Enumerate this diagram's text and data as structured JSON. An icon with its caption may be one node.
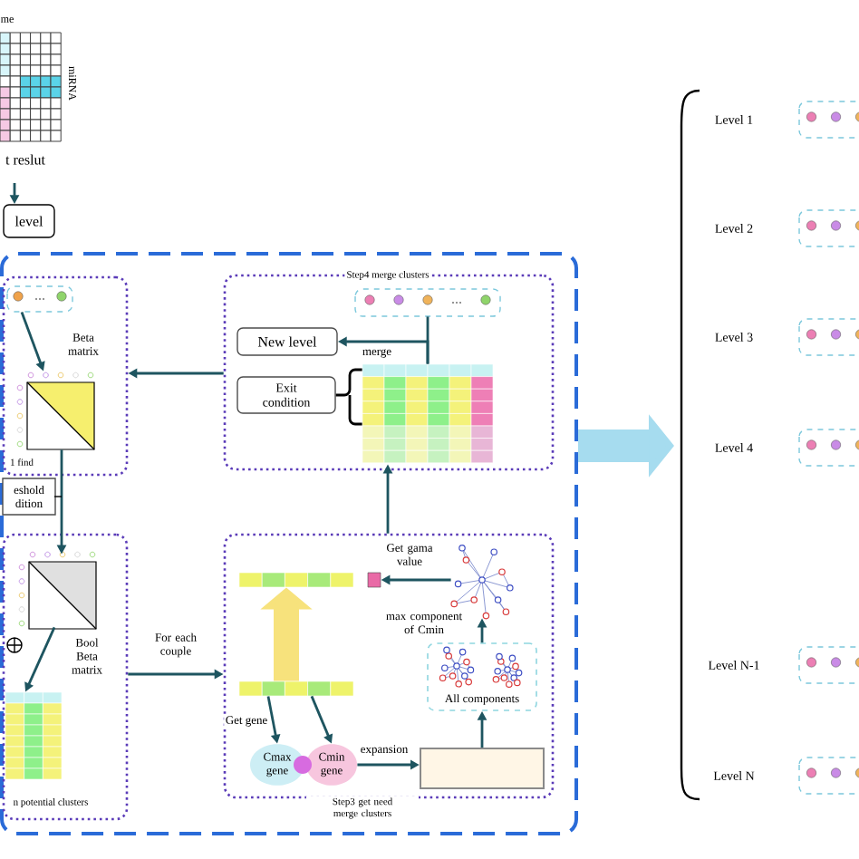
{
  "diagram": {
    "nodes": [
      {
        "text": [
          "level"
        ]
      },
      {
        "text": [],
        "shape": "box"
      },
      {
        "text": [
          "1 find"
        ],
        "in": 1
      },
      {
        "text": [],
        "shape": "picture",
        "in": 2
      },
      {
        "text": [],
        "shape": "picture",
        "in": 2,
        "beside": [
          "Beta matrix"
        ]
      },
      {
        "text": [
          "eshold dition"
        ],
        "in": 1
      },
      {
        "text": [
          "n potential clusters"
        ],
        "in": 1
      },
      {
        "text": [],
        "shape": "picture",
        "in": 6,
        "beside": [
          "Bool Beta matrix"
        ]
      },
      {
        "text": [],
        "shape": "picture",
        "in": 6
      },
      {
        "text": [
          "Step4 merge clusters"
        ],
        "in": 1
      },
      {
        "text": [],
        "shape": "picture",
        "in": 9
      },
      {
        "text": [
          "New level"
        ],
        "in": 9
      },
      {
        "text": [
          "Exit condition"
        ],
        "in": 9
      },
      {
        "text": [],
        "shape": "picture",
        "in": 9
      },
      {
        "text": [
          "Step3 get need merge clusters"
        ],
        "in": 1
      },
      {
        "text": [],
        "shape": "bar",
        "in": 14
      },
      {
        "text": [],
        "shape": "bar",
        "in": 14
      },
      {
        "text": [
          "Cmax gene"
        ],
        "in": 14
      },
      {
        "text": [
          "Cmin gene"
        ],
        "in": 14
      },
      {
        "text": [],
        "shape": "box",
        "in": 14
      },
      {
        "text": [
          "All components"
        ],
        "in": 14
      },
      {
        "text": [],
        "shape": "picture",
        "in": 14
      }
    ],
    "edges": [
      {
        "from": null,
        "to": 0,
        "arrow": "to"
      },
      {
        "from": 3,
        "to": 4,
        "arrow": "to"
      },
      {
        "from": 4,
        "to": 7,
        "arrow": "to"
      },
      {
        "from": 7,
        "to": 8,
        "arrow": "to"
      },
      {
        "from": 9,
        "to": 2,
        "arrow": "to"
      },
      {
        "from": 6,
        "to": 14,
        "arrow": "to",
        "label": "For each couple"
      },
      {
        "from": 14,
        "to": 13,
        "arrow": "to"
      },
      {
        "from": 10,
        "to": 13,
        "arrow": "none"
      },
      {
        "from": 13,
        "to": 11,
        "arrow": "to",
        "label": "merge"
      },
      {
        "from": 12,
        "to": 13,
        "arrow": "none",
        "color": "#000000"
      },
      {
        "from": 16,
        "to": 17,
        "arrow": "to",
        "label": "Get gene"
      },
      {
        "from": 16,
        "to": 18,
        "arrow": "to"
      },
      {
        "from": 18,
        "to": 19,
        "arrow": "to",
        "label": "expansion"
      },
      {
        "from": 19,
        "to": 20,
        "arrow": "to"
      },
      {
        "from": 20,
        "to": 21,
        "arrow": "to",
        "label": "max component of Cmin"
      },
      {
        "from": 21,
        "to": 15,
        "arrow": "to",
        "label": "Get gama value"
      },
      {
        "from": 16,
        "to": 15,
        "arrow": "to",
        "style": "thick",
        "color": "#f7e27c"
      },
      {
        "from": 1,
        "to": null,
        "arrow": "to",
        "style": "thick",
        "color": "#a6dcef"
      }
    ],
    "labels": [
      "me",
      "miRNA",
      "t reslut",
      "Level 1",
      "Level 2",
      "Level 3",
      "Level 4",
      "Level N-1",
      "Level N"
    ]
  }
}
